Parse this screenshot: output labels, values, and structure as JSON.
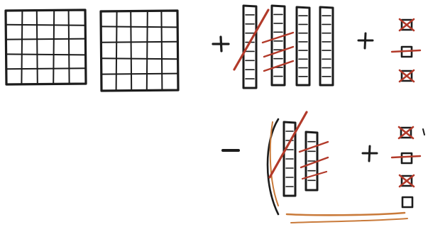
{
  "diagram": {
    "row_1": {
      "hundreds_flats": 2,
      "operator_1": "+",
      "tens_rods": 4,
      "operator_2": "+",
      "ones_units": 3
    },
    "row_2": {
      "operator_1": "−",
      "tens_rods": 2,
      "operator_2": "+",
      "ones_units": 4
    },
    "colors": {
      "ink": "#1c1c1c",
      "cross_out": "#b23a2a",
      "brown_pencil": "#c97a3a",
      "paper": "#ffffff",
      "pencil_gray": "#6a6a6a"
    }
  }
}
